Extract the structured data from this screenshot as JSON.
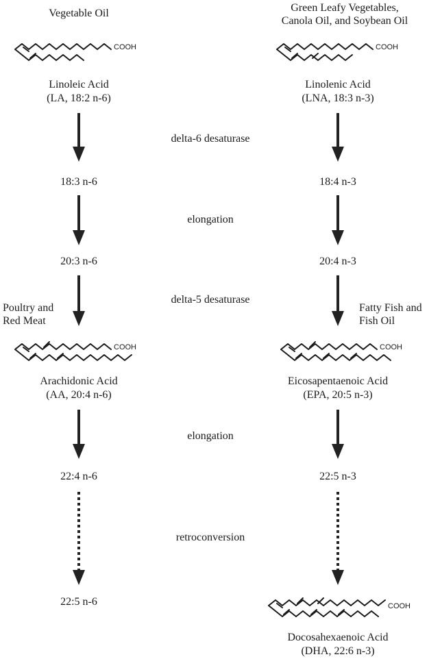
{
  "sources": {
    "left_top": "Vegetable Oil",
    "right_top": [
      "Green Leafy Vegetables,",
      "Canola Oil, and Soybean Oil"
    ],
    "left_mid": [
      "Poultry and",
      "Red Meat"
    ],
    "right_mid": [
      "Fatty Fish and",
      "Fish Oil"
    ]
  },
  "enzymes": [
    "delta-6 desaturase",
    "elongation",
    "delta-5 desaturase",
    "elongation",
    "retroconversion"
  ],
  "left_pathway": [
    {
      "lines": [
        "Linoleic Acid",
        "(LA, 18:2 n-6)"
      ]
    },
    {
      "lines": [
        "18:3 n-6"
      ]
    },
    {
      "lines": [
        "20:3 n-6"
      ]
    },
    {
      "lines": [
        "Arachidonic Acid",
        "(AA, 20:4 n-6)"
      ]
    },
    {
      "lines": [
        "22:4 n-6"
      ]
    },
    {
      "lines": [
        "22:5 n-6"
      ]
    }
  ],
  "right_pathway": [
    {
      "lines": [
        "Linolenic Acid",
        "(LNA, 18:3 n-3)"
      ]
    },
    {
      "lines": [
        "18:4 n-3"
      ]
    },
    {
      "lines": [
        "20:4 n-3"
      ]
    },
    {
      "lines": [
        "Eicosapentaenoic Acid",
        "(EPA, 20:5 n-3)"
      ]
    },
    {
      "lines": [
        "22:5 n-3"
      ]
    },
    {
      "lines": [
        "Docosahexaenoic Acid",
        "(DHA, 22:6 n-3)"
      ]
    }
  ],
  "molecule_label": "COOH",
  "arrows": [
    "solid",
    "solid",
    "solid",
    "solid",
    "dotted"
  ]
}
